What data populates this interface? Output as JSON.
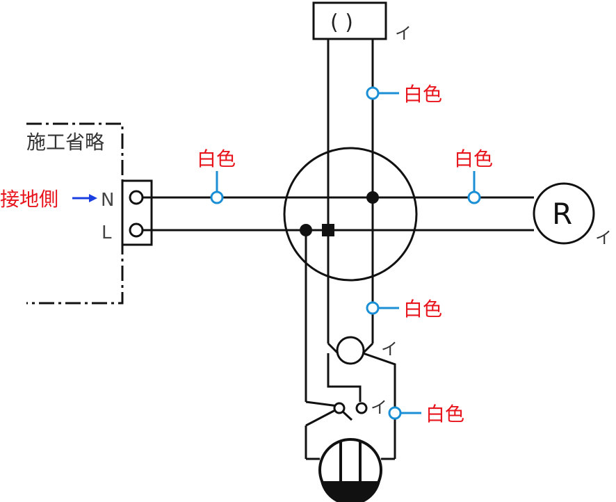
{
  "labels": {
    "omitted": "施工省略",
    "ground_side": "接地側",
    "terminal_n": "N",
    "terminal_l": "L",
    "paren_box": "(  )",
    "load_r": "R",
    "i": "イ",
    "white": "白色"
  },
  "colors": {
    "wire": "#111111",
    "marker": "#1a8fd6",
    "label_red": "#e8141c",
    "arrow": "#1a3fe0"
  }
}
